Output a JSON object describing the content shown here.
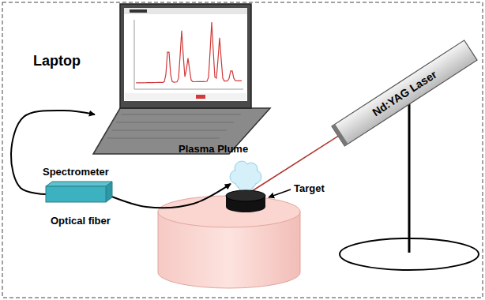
{
  "diagram": {
    "nodes": [
      {
        "text": [
          "Laptop"
        ]
      },
      {
        "text": [
          "Nd:YAG Laser"
        ]
      },
      {
        "text": [
          "Spectrometer"
        ]
      },
      {
        "text": [
          "Plasma Plume"
        ]
      },
      {
        "text": [
          "Target"
        ]
      }
    ],
    "edges": [
      {
        "from": 2,
        "to": 0,
        "arrow": "to"
      },
      {
        "from": 2,
        "to": 3,
        "label": "Optical fiber",
        "arrow": "to"
      },
      {
        "from": 1,
        "to": 4,
        "arrow": "none"
      }
    ]
  }
}
